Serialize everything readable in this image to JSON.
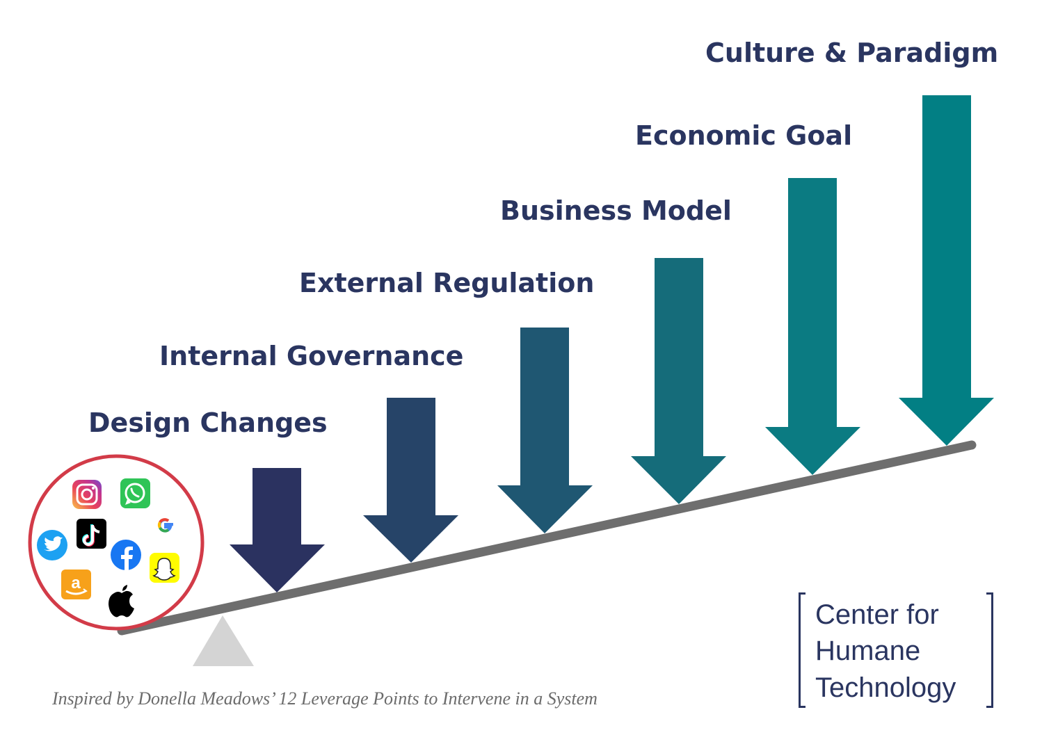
{
  "levers": [
    {
      "label": "Design Changes",
      "color": "#2b3260"
    },
    {
      "label": "Internal Governance",
      "color": "#264468"
    },
    {
      "label": "External Regulation",
      "color": "#1f5772"
    },
    {
      "label": "Business Model",
      "color": "#156c7a"
    },
    {
      "label": "Economic Goal",
      "color": "#0b7b82"
    },
    {
      "label": "Culture & Paradigm",
      "color": "#027f84"
    }
  ],
  "apps": [
    {
      "name": "instagram-icon"
    },
    {
      "name": "whatsapp-icon"
    },
    {
      "name": "tiktok-icon"
    },
    {
      "name": "google-icon"
    },
    {
      "name": "twitter-icon"
    },
    {
      "name": "facebook-icon"
    },
    {
      "name": "snapchat-icon"
    },
    {
      "name": "amazon-icon"
    },
    {
      "name": "apple-icon"
    }
  ],
  "colors": {
    "label_text": "#2a3560",
    "lever_beam": "#6e6e6e",
    "fulcrum": "#d4d4d4",
    "circle_border": "#d23b48"
  },
  "credit": "Inspired by Donella Meadows’ 12 Leverage Points to Intervene in a System",
  "logo": {
    "line1": "Center for",
    "line2": "Humane",
    "line3": "Technology"
  }
}
